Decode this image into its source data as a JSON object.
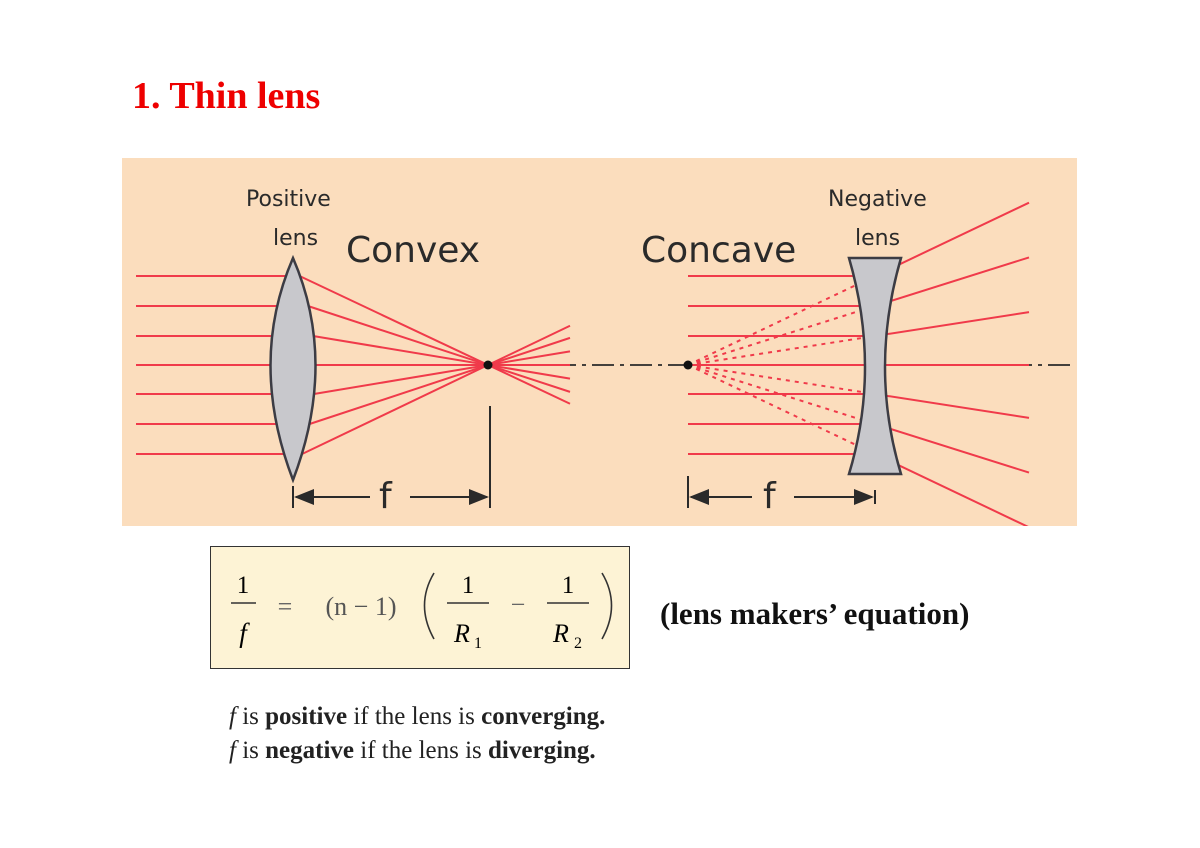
{
  "slide": {
    "title": "1. Thin lens"
  },
  "diagram": {
    "positive_label_1": "Positive",
    "positive_label_2": "lens",
    "convex_label": "Convex",
    "concave_label": "Concave",
    "negative_label_1": "Negative",
    "negative_label_2": "lens",
    "focal_left": "f",
    "focal_right": "f",
    "colors": {
      "background": "#fbddbd",
      "ray": "#f03a4a",
      "lens_fill": "#c8c8cc",
      "lens_stroke": "#3c3c44"
    }
  },
  "equation": {
    "lhs_num": "1",
    "lhs_den": "f",
    "equals": "=",
    "factor": "(n − 1)",
    "frac1_num": "1",
    "frac1_den": "R",
    "frac1_sub": "1",
    "minus": "−",
    "frac2_num": "1",
    "frac2_den": "R",
    "frac2_sub": "2",
    "name": "(lens makers’ equation)"
  },
  "notes": [
    {
      "var": "f",
      "t1": " is ",
      "b1": "positive",
      "t2": " if the lens is ",
      "b2": "converging."
    },
    {
      "var": "f",
      "t1": " is ",
      "b1": "negative",
      "t2": " if the lens is ",
      "b2": "diverging."
    }
  ]
}
